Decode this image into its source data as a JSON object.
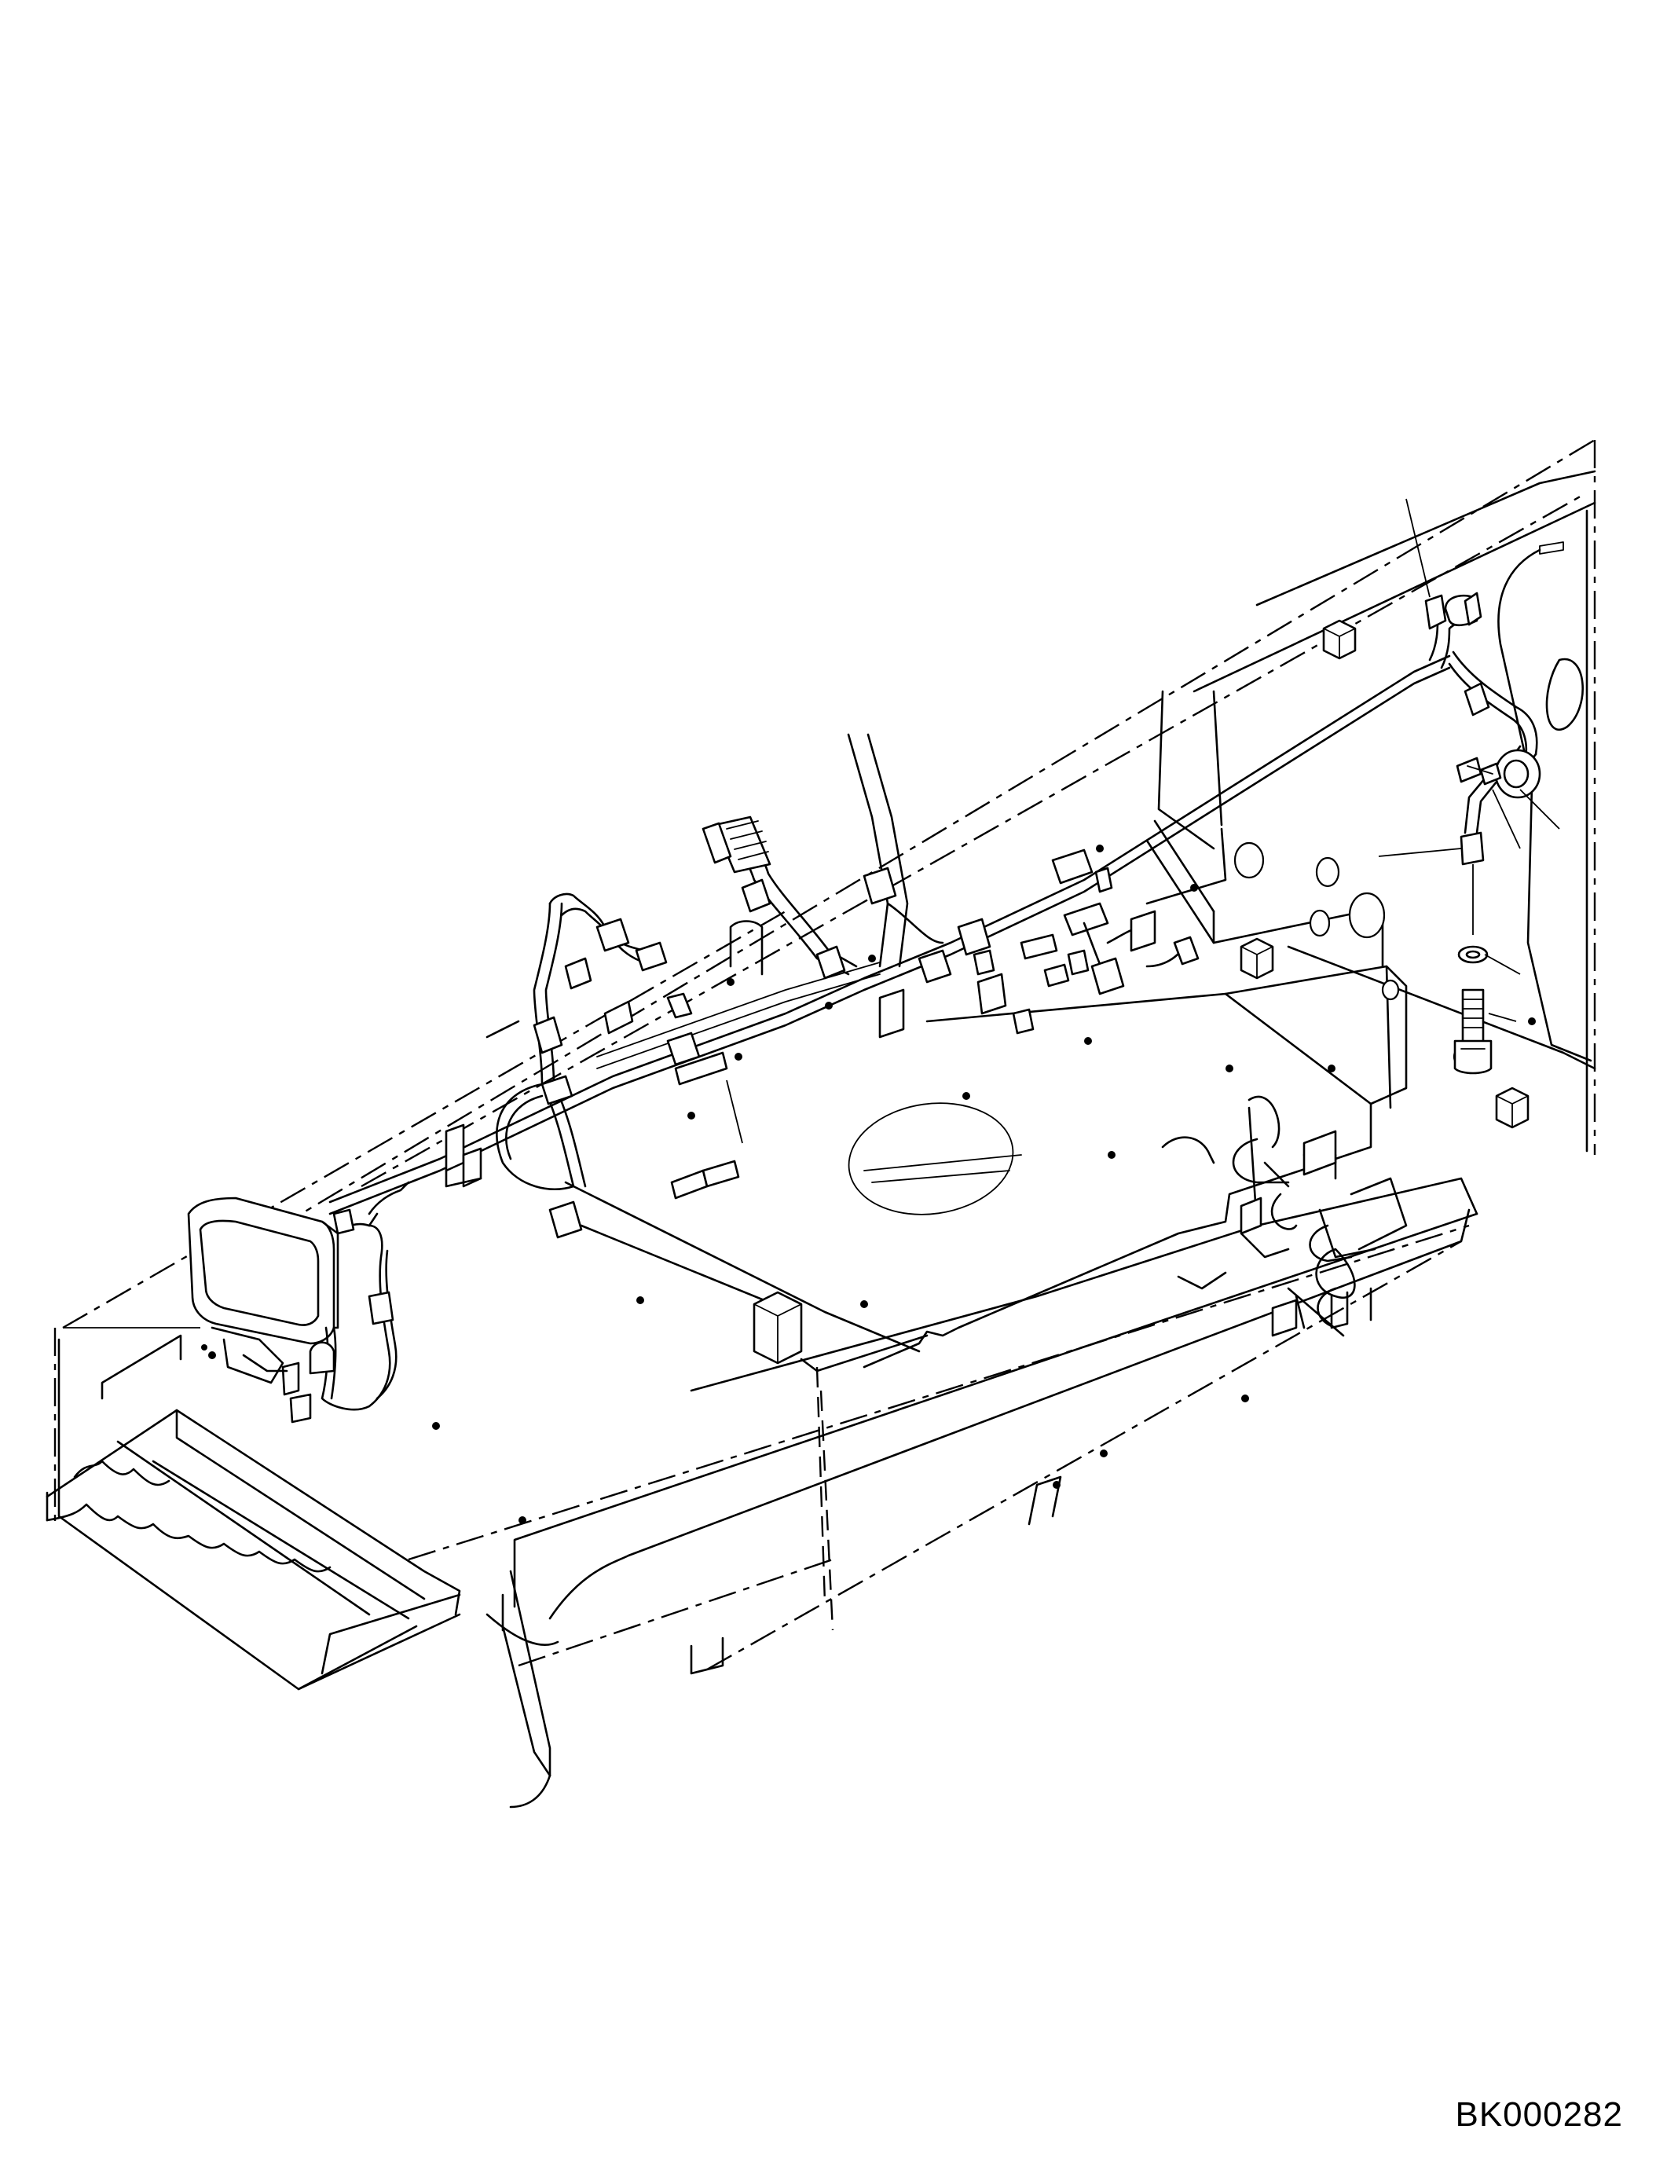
{
  "drawing": {
    "code": "BK000282",
    "components": [
      "frame-deck",
      "step-platform",
      "turntable-plate",
      "wire-harness",
      "work-lamp",
      "ground-strap",
      "washer",
      "bolt",
      "harness-clamp"
    ],
    "leader_lines": 8
  }
}
